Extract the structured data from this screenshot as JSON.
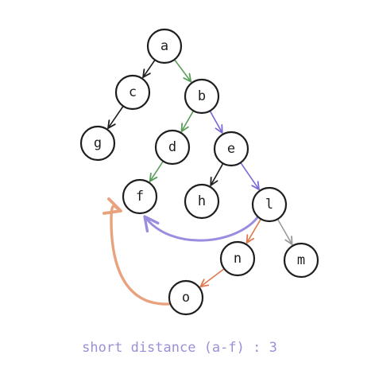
{
  "diagram": {
    "caption": "short distance (a-f) : 3",
    "caption_color": "#9b8fd6",
    "colors": {
      "default": "#1e1e1e",
      "green": "#5a9e5a",
      "purple": "#7a6ad6",
      "orange": "#e07a4e",
      "orange_light": "#e9a27e",
      "gray": "#9a9a9a",
      "purple_light": "#9a8de0"
    },
    "nodes": [
      {
        "id": "a",
        "label": "a"
      },
      {
        "id": "b",
        "label": "b"
      },
      {
        "id": "c",
        "label": "c"
      },
      {
        "id": "g",
        "label": "g"
      },
      {
        "id": "d",
        "label": "d"
      },
      {
        "id": "e",
        "label": "e"
      },
      {
        "id": "f",
        "label": "f"
      },
      {
        "id": "h",
        "label": "h"
      },
      {
        "id": "l",
        "label": "l"
      },
      {
        "id": "n",
        "label": "n"
      },
      {
        "id": "m",
        "label": "m"
      },
      {
        "id": "o",
        "label": "o"
      }
    ],
    "edges": [
      {
        "from": "a",
        "to": "c",
        "color": "default"
      },
      {
        "from": "a",
        "to": "b",
        "color": "green"
      },
      {
        "from": "c",
        "to": "g",
        "color": "default"
      },
      {
        "from": "b",
        "to": "d",
        "color": "green"
      },
      {
        "from": "b",
        "to": "e",
        "color": "purple"
      },
      {
        "from": "d",
        "to": "f",
        "color": "green"
      },
      {
        "from": "e",
        "to": "h",
        "color": "default"
      },
      {
        "from": "e",
        "to": "l",
        "color": "purple"
      },
      {
        "from": "l",
        "to": "n",
        "color": "orange"
      },
      {
        "from": "l",
        "to": "m",
        "color": "gray"
      },
      {
        "from": "n",
        "to": "o",
        "color": "orange"
      },
      {
        "from": "l",
        "to": "f",
        "color": "purple_light",
        "curved": true
      },
      {
        "from": "o",
        "to": "f",
        "color": "orange_light",
        "curved": true
      }
    ]
  }
}
